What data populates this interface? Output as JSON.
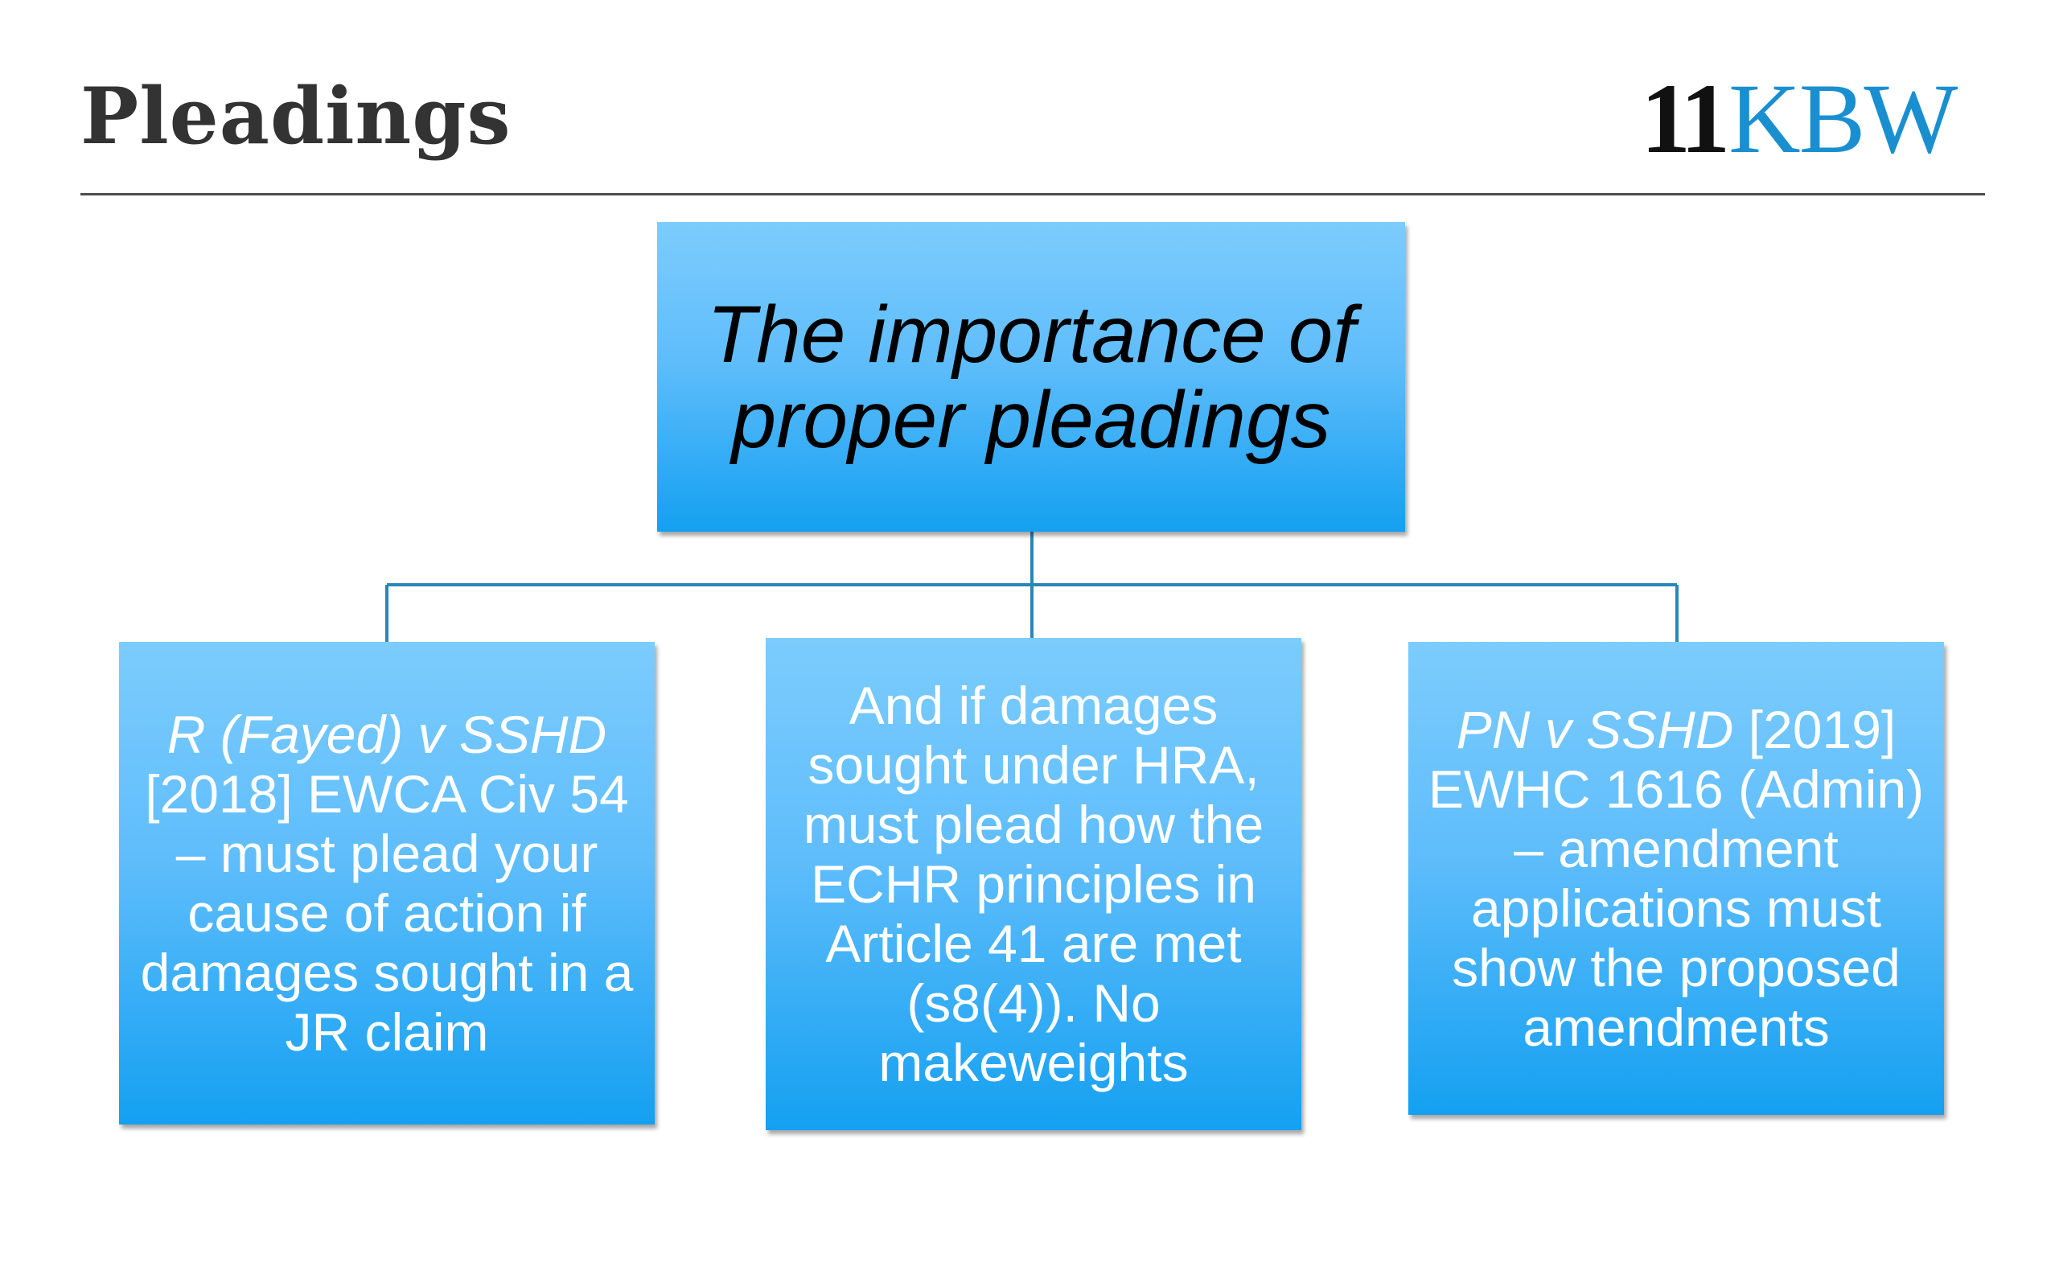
{
  "slide": {
    "title": "Pleadings"
  },
  "logo": {
    "number": "11",
    "text": "KBW"
  },
  "diagram": {
    "root": {
      "text": "The importance of\nproper pleadings"
    },
    "children": [
      {
        "case_name": "R (Fayed) v SSHD",
        "text": "\n[2018] EWCA Civ 54\n– must plead your cause of action if damages sought in a JR claim"
      },
      {
        "case_name": "",
        "text": "And if damages sought under HRA, must plead how the ECHR principles in Article 41 are met (s8(4)). No makeweights"
      },
      {
        "case_name": "PN v SSHD",
        "text": " [2019] EWHC 1616 (Admin) – amendment applications must show the proposed amendments"
      }
    ],
    "colors": {
      "box_top": "#7cccfd",
      "box_bottom": "#14a0f1",
      "connector": "#2a86b8",
      "logo_blue": "#1a8fd0"
    }
  }
}
